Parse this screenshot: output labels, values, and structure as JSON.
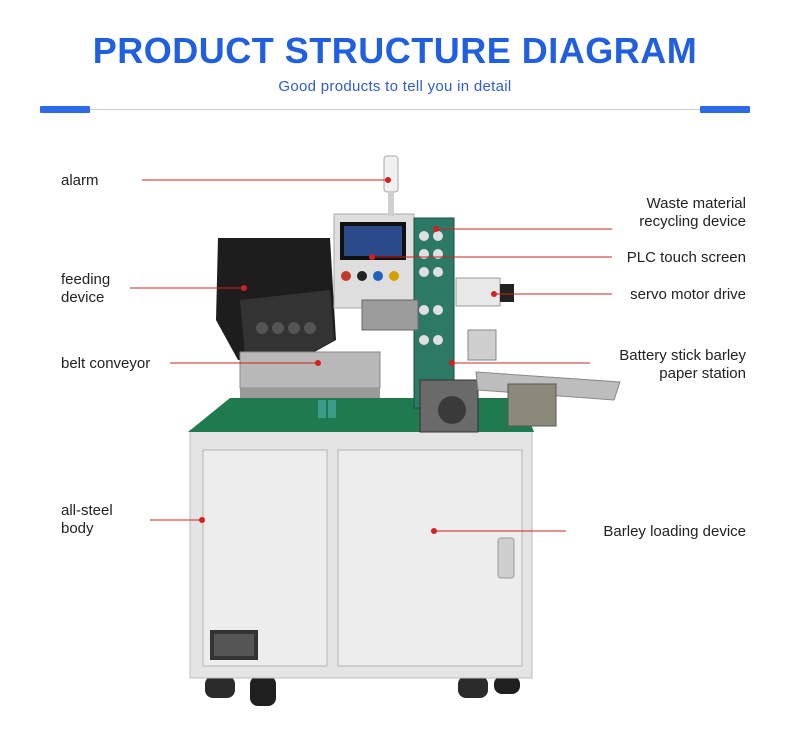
{
  "header": {
    "title": "PRODUCT STRUCTURE DIAGRAM",
    "subtitle": "Good products to tell you in detail"
  },
  "colors": {
    "accent": "#1f5fe0",
    "leader": "#d32020",
    "cabinet": "#e6e6e6",
    "table_top": "#1f7a4f"
  },
  "callouts": {
    "alarm": [
      "alarm"
    ],
    "feeding": [
      "feeding",
      "device"
    ],
    "belt": [
      "belt conveyor"
    ],
    "body": [
      "all-steel",
      "body"
    ],
    "waste": [
      "Waste material",
      "recycling device"
    ],
    "plc": [
      "PLC touch screen"
    ],
    "servo": [
      "servo motor drive"
    ],
    "battery": [
      "Battery stick barley",
      "paper station"
    ],
    "barley": [
      "Barley loading device"
    ]
  }
}
